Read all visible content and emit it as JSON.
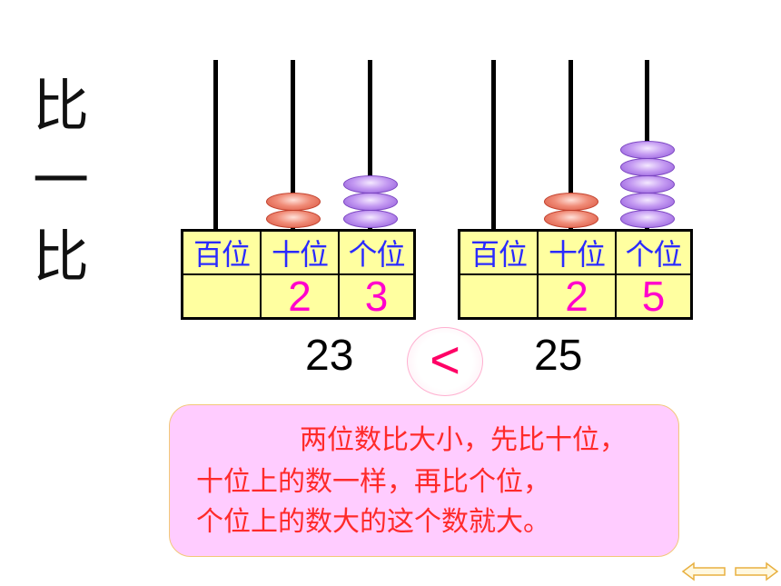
{
  "side_title": [
    "比",
    "一",
    "比"
  ],
  "abacus_left": {
    "place_labels": [
      "百位",
      "十位",
      "个位"
    ],
    "digits": [
      "",
      "2",
      "3"
    ],
    "number": "23",
    "tens_beads": 2,
    "ones_beads": 3
  },
  "abacus_right": {
    "place_labels": [
      "百位",
      "十位",
      "个位"
    ],
    "digits": [
      "",
      "2",
      "5"
    ],
    "number": "25",
    "tens_beads": 2,
    "ones_beads": 5
  },
  "comparison_sign": "<",
  "rule_text": [
    "两位数比大小，先比十位，",
    "十位上的数一样，再比个位，",
    "个位上的数大的这个数就大。"
  ],
  "nav": {
    "prev_icon": "arrow-left-icon",
    "next_icon": "arrow-right-icon"
  },
  "colors": {
    "place_label": "#2a2aff",
    "digit": "#ff00cc",
    "compare_sign": "#ff0066",
    "rule_text": "#ff2a2a",
    "rule_box": "#ffccff",
    "frame_fill": "#ffffa0",
    "tens_bead": "#f08c78",
    "ones_bead": "#c49af2"
  }
}
